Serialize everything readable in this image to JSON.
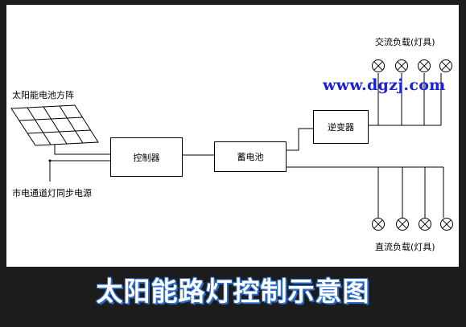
{
  "labels": {
    "solar_array": "太阳能电池方阵",
    "grid_sync": "市电通道灯同步电源",
    "ac_load": "交流负载(灯具)",
    "dc_load": "直流负载(灯具)"
  },
  "blocks": {
    "controller": "控制器",
    "battery": "蓄电池",
    "inverter": "逆变器"
  },
  "watermark": "www.dgzj.com",
  "caption": "太阳能路灯控制示意图",
  "colors": {
    "background": "#1c1c1c",
    "panel": "#ffffff",
    "watermark": "#1a22d8",
    "caption_text": "#ffffff",
    "caption_outline": "#2a6cc8"
  }
}
